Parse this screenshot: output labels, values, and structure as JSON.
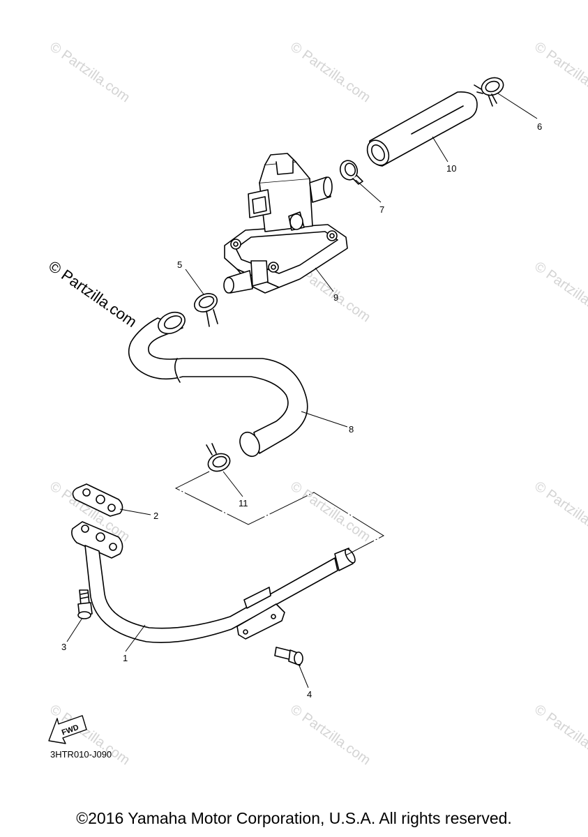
{
  "watermark": {
    "text": "© Partzilla.com",
    "featured_text": "© Partzilla.com"
  },
  "callouts": [
    {
      "id": "1",
      "label": "1"
    },
    {
      "id": "2",
      "label": "2"
    },
    {
      "id": "3",
      "label": "3"
    },
    {
      "id": "4",
      "label": "4"
    },
    {
      "id": "5",
      "label": "5"
    },
    {
      "id": "6",
      "label": "6"
    },
    {
      "id": "7",
      "label": "7"
    },
    {
      "id": "8",
      "label": "8"
    },
    {
      "id": "9",
      "label": "9"
    },
    {
      "id": "10",
      "label": "10"
    },
    {
      "id": "11",
      "label": "11"
    }
  ],
  "fwd_label": "FWD",
  "diagram_code": "3HTR010-J090",
  "copyright": "©2016 Yamaha Motor Corporation, U.S.A. All rights reserved."
}
